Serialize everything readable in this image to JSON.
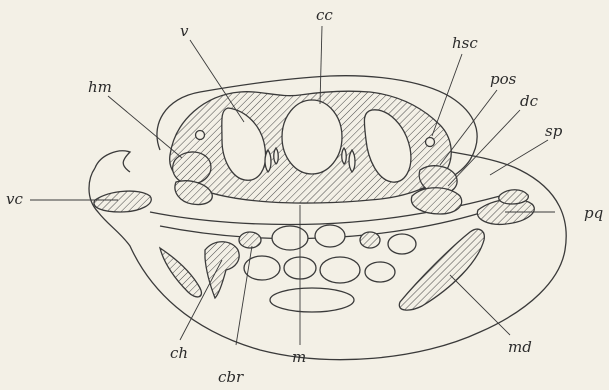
{
  "figure": {
    "background": "#f3f0e6",
    "ink": "#3a3a3a",
    "labels": {
      "cc": "cc",
      "v": "v",
      "hsc": "hsc",
      "hm": "hm",
      "pos": "pos",
      "dc": "dc",
      "sp": "sp",
      "vc": "vc",
      "pq": "pq",
      "ch": "ch",
      "cbr": "cbr",
      "m": "m",
      "md": "md"
    }
  }
}
